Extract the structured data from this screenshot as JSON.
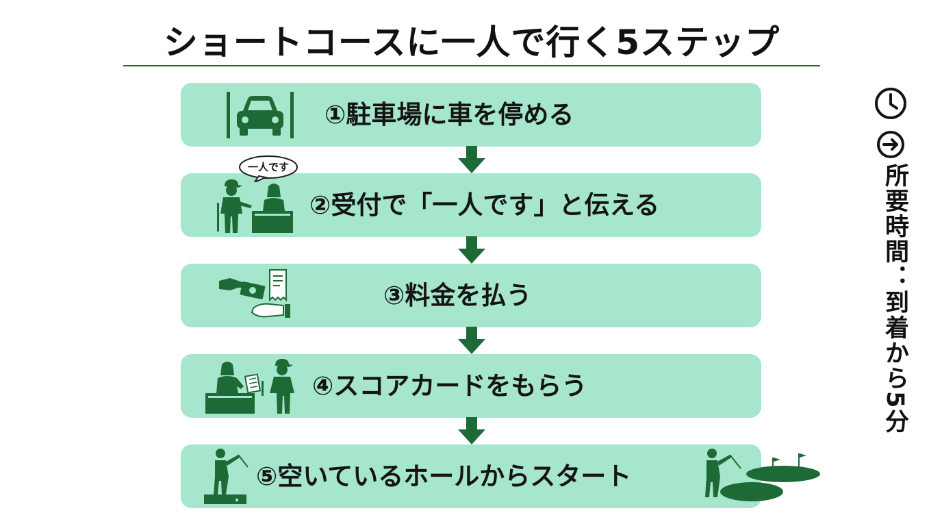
{
  "title": "ショートコースに一人で行く5ステップ",
  "steps": [
    {
      "label": "①駐車場に車を停める",
      "icon": "car-parking-icon"
    },
    {
      "label": "②受付で「一人です」と伝える",
      "icon": "reception-icon",
      "speech": "一人です"
    },
    {
      "label": "③料金を払う",
      "icon": "payment-icon"
    },
    {
      "label": "④スコアカードをもらう",
      "icon": "scorecard-icon"
    },
    {
      "label": "⑤空いているホールからスタート",
      "icon": "golfer-icon"
    }
  ],
  "side": {
    "text": "所要時間：到着から5分",
    "icons": [
      "clock-icon",
      "arrow-right-circle-icon"
    ]
  },
  "colors": {
    "step_fill": "#a6e6cc",
    "accent_green": "#1f6b3a",
    "arrow_green": "#1e6a36"
  }
}
